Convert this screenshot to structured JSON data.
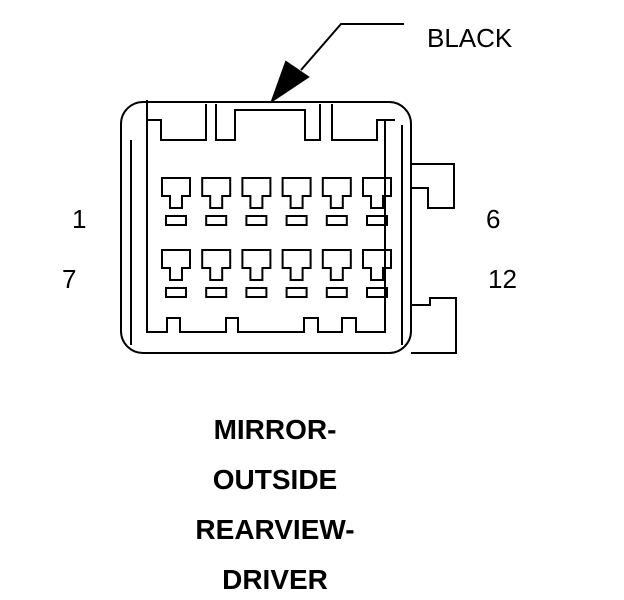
{
  "callout": {
    "text": "BLACK"
  },
  "pin_labels": {
    "first_top": "1",
    "last_top": "6",
    "first_bottom": "7",
    "last_bottom": "12"
  },
  "caption": {
    "line1": "MIRROR-",
    "line2": "OUTSIDE",
    "line3": "REARVIEW-",
    "line4": "DRIVER"
  },
  "connector": {
    "pins_per_row": 6,
    "rows": 2
  }
}
